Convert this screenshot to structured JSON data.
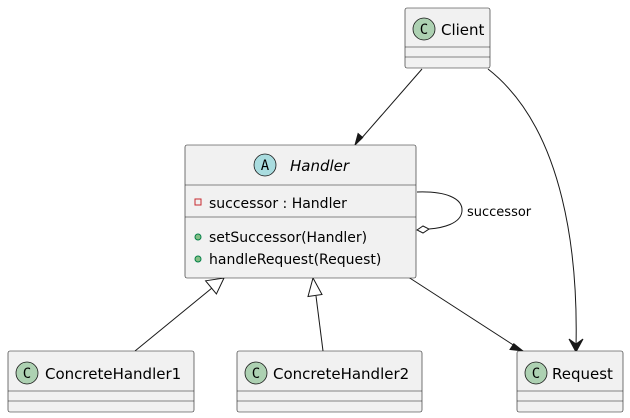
{
  "classes": {
    "client": {
      "name": "Client",
      "stereotype_letter": "C"
    },
    "handler": {
      "name": "Handler",
      "stereotype_letter": "A",
      "abstract": true,
      "attributes": [
        {
          "visibility": "private",
          "text": "successor : Handler"
        }
      ],
      "methods": [
        {
          "visibility": "public",
          "text": "setSuccessor(Handler)"
        },
        {
          "visibility": "public",
          "text": "handleRequest(Request)"
        }
      ]
    },
    "concrete1": {
      "name": "ConcreteHandler1",
      "stereotype_letter": "C"
    },
    "concrete2": {
      "name": "ConcreteHandler2",
      "stereotype_letter": "C"
    },
    "request": {
      "name": "Request",
      "stereotype_letter": "C"
    }
  },
  "relations": {
    "self_aggregation": {
      "label": "successor"
    }
  },
  "colors": {
    "class_fill": "#f1f1f1",
    "class_badge": "#add1b2",
    "abstract_badge": "#a9dcdf",
    "line": "#181818",
    "private_marker": "#c82930",
    "public_marker": "#84be84"
  }
}
